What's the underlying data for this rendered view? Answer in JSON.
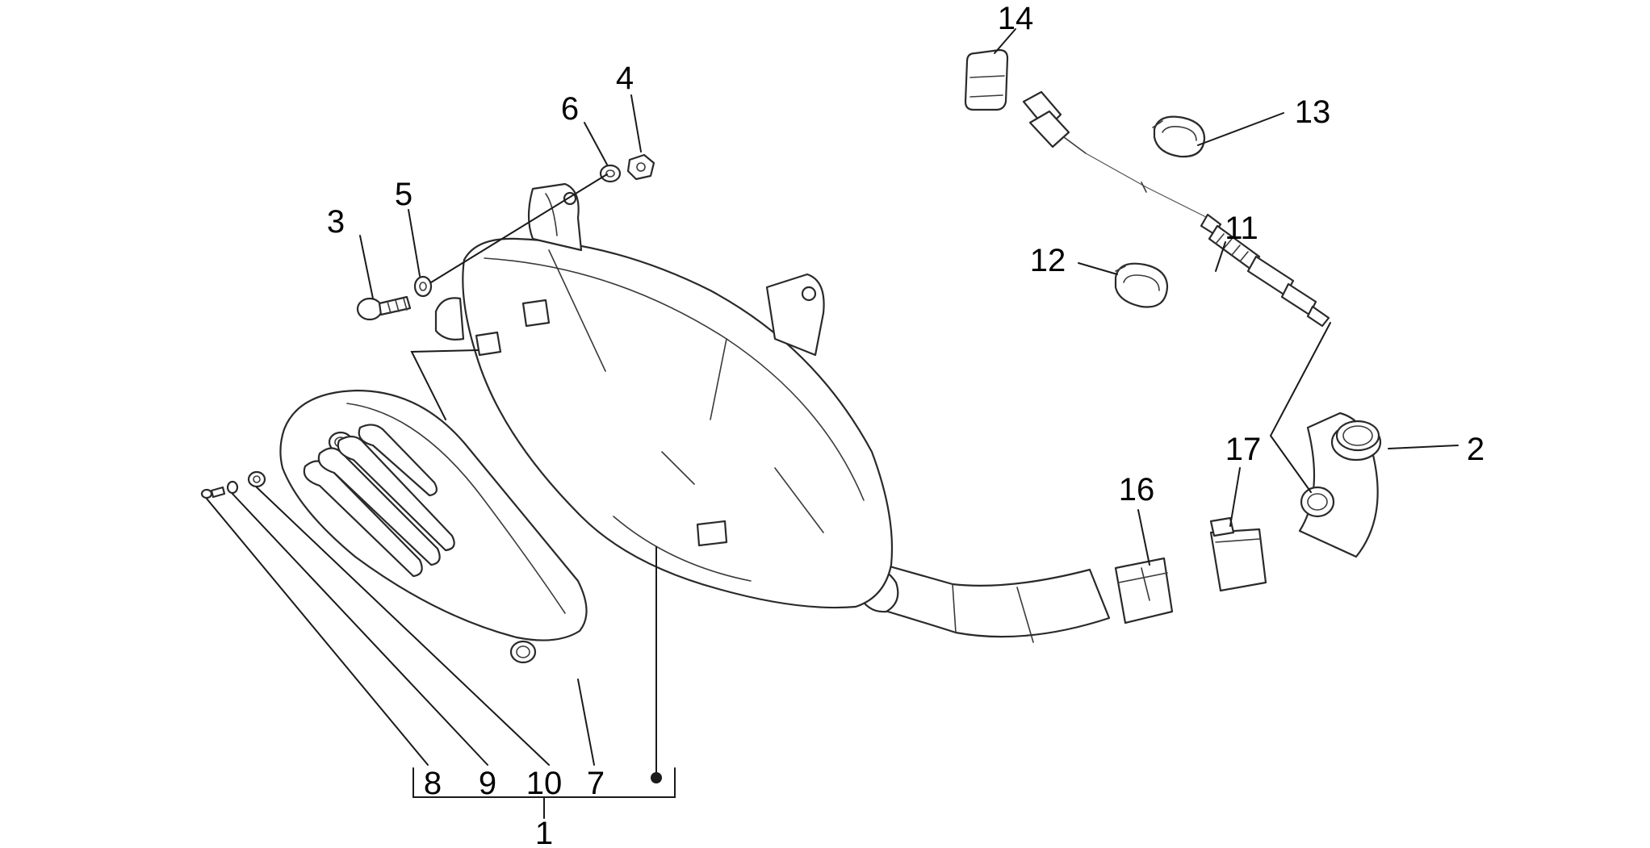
{
  "diagram": {
    "line_color": "#2a2a2a",
    "background": "#ffffff",
    "callouts": {
      "c1": "1",
      "c2": "2",
      "c3": "3",
      "c4": "4",
      "c5": "5",
      "c6": "6",
      "c7": "7",
      "c8": "8",
      "c9": "9",
      "c10": "10",
      "c11": "11",
      "c12": "12",
      "c13": "13",
      "c14": "14",
      "c16": "16",
      "c17": "17"
    }
  }
}
